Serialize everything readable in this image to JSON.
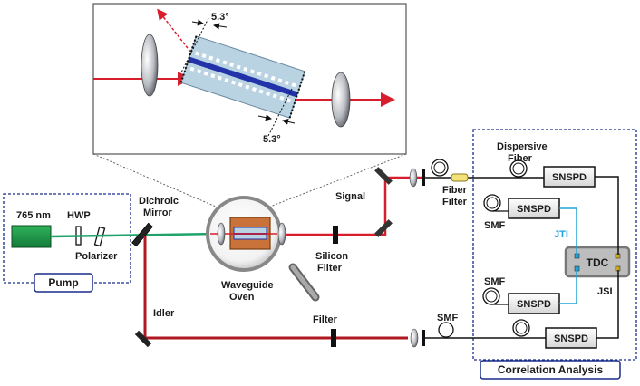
{
  "labels": {
    "laser": "765 nm",
    "hwp": "HWP",
    "polarizer": "Polarizer",
    "pump": "Pump",
    "dichroic_line1": "Dichroic",
    "dichroic_line2": "Mirror",
    "waveguide_line1": "Waveguide",
    "waveguide_line2": "Oven",
    "silicon_line1": "Silicon",
    "silicon_line2": "Filter",
    "signal": "Signal",
    "idler": "Idler",
    "filter": "Filter",
    "smf_idler": "SMF",
    "fiber_filter_line1": "Fiber",
    "fiber_filter_line2": "Filter",
    "dispersive_line1": "Dispersive",
    "dispersive_line2": "Fiber",
    "snspd1": "SNSPD",
    "snspd2": "SNSPD",
    "snspd3": "SNSPD",
    "snspd4": "SNSPD",
    "smf1": "SMF",
    "smf2": "SMF",
    "jti": "JTI",
    "jsi": "JSI",
    "tdc": "TDC",
    "correlation": "Correlation Analysis",
    "angle_top": "5.3°",
    "angle_bottom": "5.3°"
  },
  "colors": {
    "pump_beam": "#1fa36a",
    "laser_beam": "#d81e2c",
    "idler_beam": "#b01822",
    "jti_wire": "#1fa3d6",
    "box_border": "#1a2d8a"
  }
}
